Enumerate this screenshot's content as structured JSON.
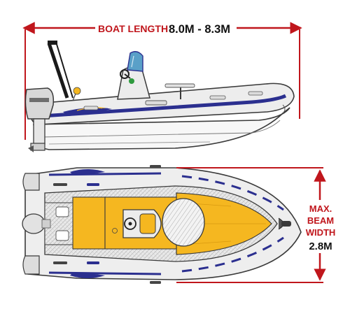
{
  "length": {
    "label": "BOAT LENGTH",
    "value": "8.0M - 8.3M"
  },
  "beam": {
    "label_lines": [
      "MAX.",
      "BEAM",
      "WIDTH"
    ],
    "value": "2.8M"
  },
  "colors": {
    "dimension_red": "#c0161c",
    "tube_blue": "#2b2f8f",
    "deck_yellow": "#f5b720",
    "hull_outline": "#3a3a3a"
  }
}
